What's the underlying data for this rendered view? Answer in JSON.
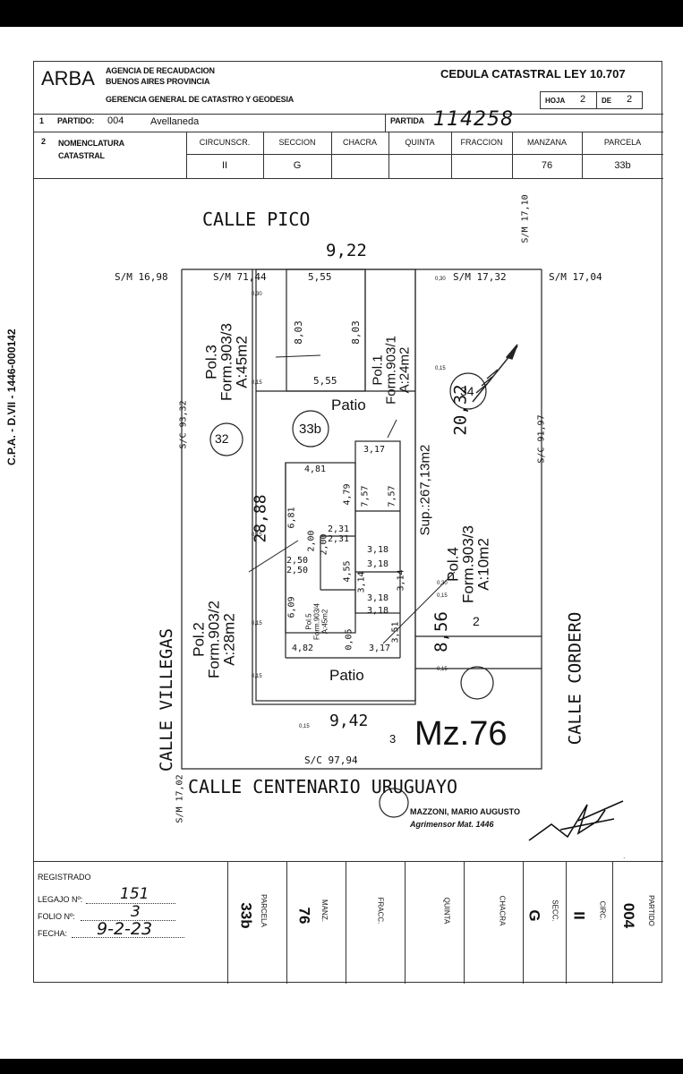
{
  "header": {
    "brand": "ARBA",
    "agency_line1": "AGENCIA DE RECAUDACION",
    "agency_line2": "BUENOS AIRES PROVINCIA",
    "agency_line3": "GERENCIA GENERAL DE CATASTRO Y GEODESIA",
    "doc_title": "CEDULA CATASTRAL LEY 10.707",
    "hoja_label": "HOJA",
    "hoja_value": "2",
    "de_label": "DE",
    "de_value": "2"
  },
  "row1": {
    "num": "1",
    "partido_label": "PARTIDO:",
    "partido_value": "004",
    "partido_name": "Avellaneda",
    "partida_label": "PARTIDA",
    "partida_value": "114258"
  },
  "row2": {
    "num": "2",
    "nomenclatura_label": "NOMENCLATURA",
    "catastral_label": "CATASTRAL",
    "columns": [
      "CIRCUNSCR.",
      "SECCION",
      "CHACRA",
      "QUINTA",
      "FRACCION",
      "MANZANA",
      "PARCELA"
    ],
    "values": [
      "II",
      "G",
      "",
      "",
      "",
      "76",
      "33b"
    ]
  },
  "side_code": "C.P.A. - D.VII - 1446-000142",
  "plan": {
    "street_top": "CALLE PICO",
    "street_bottom": "CALLE CENTENARIO URUGUAYO",
    "street_left": "CALLE VILLEGAS",
    "street_right": "CALLE CORDERO",
    "frente_top": "9,22",
    "frente_bottom": "9,42",
    "lado_izq": "28,88",
    "lado_der": "20,32",
    "lado_der2": "8,56",
    "sm_16_98": "S/M 16,98",
    "sm_71_44": "S/M 71,44",
    "sm_17_32": "S/M 17,32",
    "sm_17_04": "S/M 17,04",
    "sm_17_10": "S/M 17,10",
    "sm_17_02": "S/M 17,02",
    "sc_93_32": "S/C 93,32",
    "sc_91_97": "S/C 91,97",
    "sc_97_94": "S/C 97,94",
    "parcel_32": "32",
    "parcel_33b": "33b",
    "parcel_34": "34",
    "parcel_2": "2",
    "parcel_3": "3",
    "manzana": "Mz.76",
    "patio_top": "Patio",
    "patio_bottom": "Patio",
    "pol1_l1": "Pol.1",
    "pol1_l2": "Form.903/1",
    "pol1_l3": "A:24m2",
    "pol2_l1": "Pol.2",
    "pol2_l2": "Form.903/2",
    "pol2_l3": "A:28m2",
    "pol3_l1": "Pol.3",
    "pol3_l2": "Form.903/3",
    "pol3_l3": "A:45m2",
    "pol4_l1": "Pol.4",
    "pol4_l2": "Form.903/3",
    "pol4_l3": "A:10m2",
    "pol5_l1": "Pol.5",
    "pol5_l2": "Form.903/4",
    "pol5_l3": "A:45m2",
    "sup": "Sup.:267,13m2",
    "dims": {
      "d5_55a": "5,55",
      "d5_55b": "5,55",
      "d8_03a": "8,03",
      "d8_03b": "8,03",
      "d0_30a": "0,30",
      "d0_30b": "0,30",
      "d0_30c": "0,30",
      "d0_15a": "0,15",
      "d0_15b": "0,15",
      "d0_15c": "0,15",
      "d0_15d": "0,15",
      "d0_15e": "0,15",
      "d0_15f": "0,15",
      "d0_15g": "0,15",
      "d0_15h": "0,15",
      "d3_17a": "3,17",
      "d3_17b": "3,17",
      "d4_81": "4,81",
      "d4_79": "4,79",
      "d7_57a": "7,57",
      "d7_57b": "7,57",
      "d6_81": "6,81",
      "d2_31a": "2,31",
      "d2_31b": "2,31",
      "d2_00a": "2,00",
      "d2_00b": "2,00",
      "d2_50a": "2,50",
      "d2_50b": "2,50",
      "d4_55": "4,55",
      "d3_18a": "3,18",
      "d3_18b": "3,18",
      "d3_18c": "3,18",
      "d3_18d": "3,18",
      "d3_14a": "3,14",
      "d3_14b": "3,14",
      "d6_09": "6,09",
      "d4_82": "4,82",
      "d0_05": "0,05",
      "d3_51": "3,51"
    },
    "surveyor_name": "MAZZONI, MARIO AUGUSTO",
    "surveyor_title": "Agrimensor Mat. 1446"
  },
  "footer": {
    "registrado_label": "REGISTRADO",
    "legajo_label": "LEGAJO Nº:",
    "legajo_value": "151",
    "folio_label": "FOLIO Nº:",
    "folio_value": "3",
    "fecha_label": "FECHA:",
    "fecha_value": "9-2-23",
    "cols": [
      {
        "label": "PARCELA",
        "value": "33b"
      },
      {
        "label": "MANZ.",
        "value": "76"
      },
      {
        "label": "FRACC.",
        "value": ""
      },
      {
        "label": "QUINTA",
        "value": ""
      },
      {
        "label": "CHACRA",
        "value": ""
      },
      {
        "label": "SECC.",
        "value": "G"
      },
      {
        "label": "CIRC.",
        "value": "II"
      },
      {
        "label": "PARTIDO",
        "value": "004"
      }
    ]
  }
}
